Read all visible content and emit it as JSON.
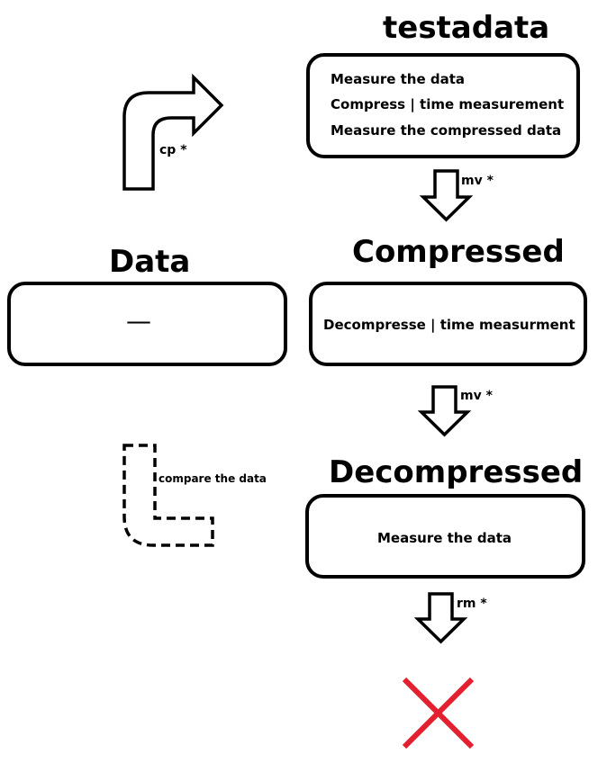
{
  "nodes": {
    "testadata": {
      "title": "testadata",
      "lines": [
        "Measure the data",
        "Compress | time measurement",
        "Measure the compressed data"
      ]
    },
    "data": {
      "title": "Data",
      "content": "—"
    },
    "compressed": {
      "title": "Compressed",
      "lines": [
        "Decompresse | time measurment"
      ]
    },
    "decompressed": {
      "title": "Decompressed",
      "lines": [
        "Measure the data"
      ]
    }
  },
  "edges": {
    "copy": {
      "label": "cp *"
    },
    "move_to_compressed": {
      "label": "mv *"
    },
    "move_to_decompressed": {
      "label": "mv *"
    },
    "remove": {
      "label": "rm *"
    },
    "compare": {
      "label": "compare the data"
    }
  },
  "colors": {
    "stroke": "#000000",
    "delete_mark": "#e3202f"
  },
  "icons": {
    "delete": "red-x-icon"
  }
}
